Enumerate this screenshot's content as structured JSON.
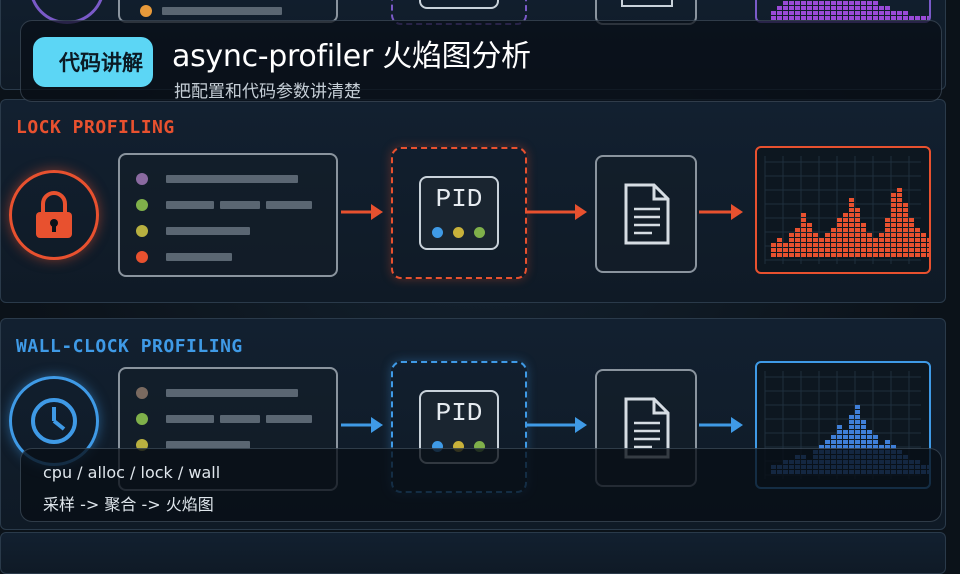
{
  "header": {
    "badge_label": "代码讲解",
    "title": "async-profiler 火焰图分析",
    "subtitle": "把配置和代码参数讲清楚"
  },
  "sections": [
    {
      "title": "LOCK PROFILING",
      "accent": "#e8512f",
      "icon": "padlock-icon",
      "pid_label": "PID",
      "list_dot_colors": [
        "#8a6aa0",
        "#7fb04a",
        "#b8b040",
        "#e8512f"
      ]
    },
    {
      "title": "WALL-CLOCK PROFILING",
      "accent": "#3f9ae6",
      "icon": "clock-icon",
      "pid_label": "PID",
      "list_dot_colors": [
        "#7a6a60",
        "#7fb04a",
        "#b8b040"
      ]
    }
  ],
  "footer": {
    "line1": "cpu / alloc / lock / wall",
    "line2": "采样 -> 聚合 -> 火焰图"
  },
  "colors": {
    "badge": "#5cd6f5",
    "lock_accent": "#e8512f",
    "wall_accent": "#3f9ae6",
    "top_partial_chart": "#9a4ad8"
  }
}
